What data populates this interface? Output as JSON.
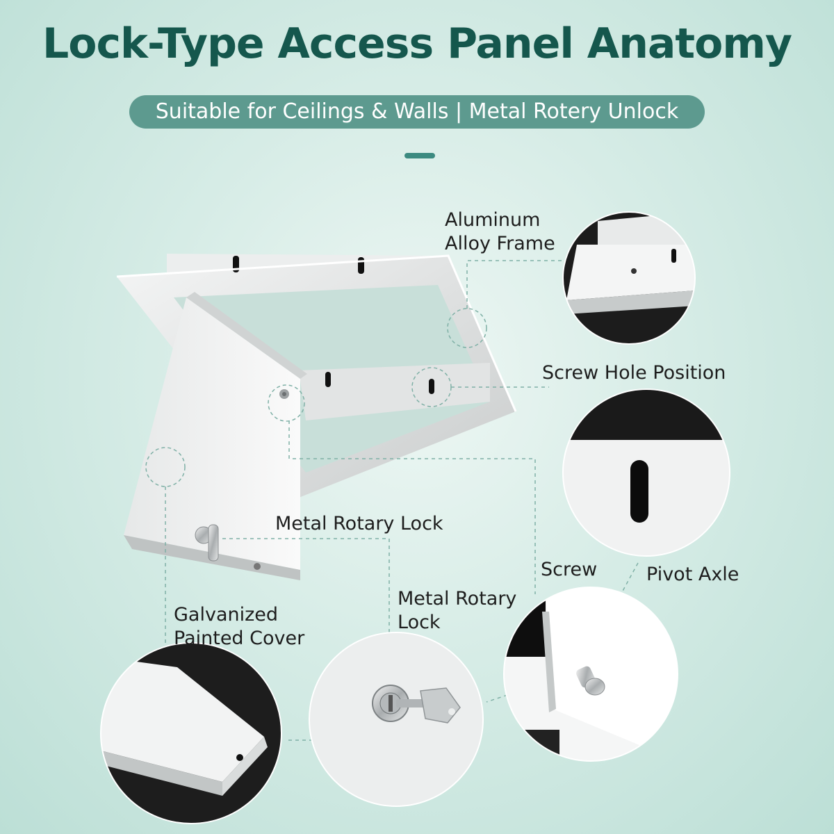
{
  "header": {
    "title": "Lock-Type Access Panel Anatomy",
    "subtitle": "Suitable for Ceilings & Walls | Metal Rotery Unlock"
  },
  "callouts": {
    "frame": {
      "line1": "Aluminum",
      "line2": "Alloy Frame"
    },
    "screw_hole": "Screw Hole Position",
    "rotary_lock_top": "Metal Rotary Lock",
    "screw": "Screw",
    "pivot_axle": "Pivot Axle",
    "rotary_lock_bottom": {
      "line1": "Metal Rotary",
      "line2": "Lock"
    },
    "cover": {
      "line1": "Galvanized",
      "line2": "Painted Cover"
    }
  },
  "colors": {
    "title": "#15574d",
    "pill": "#5d9a8f",
    "accent": "#3c8a80",
    "leader": "#7fb0a6"
  }
}
